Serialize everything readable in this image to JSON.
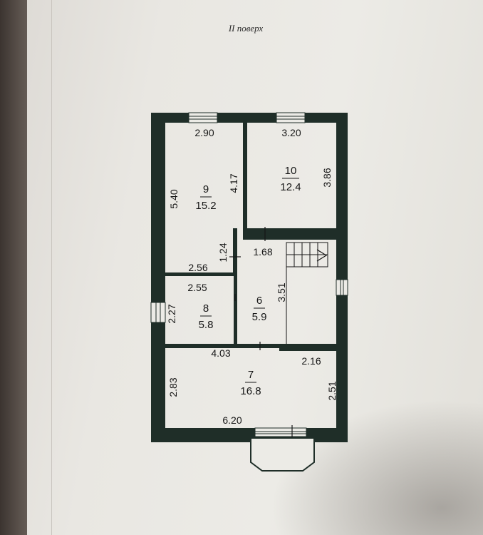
{
  "title": "II поверх",
  "colors": {
    "wall": "#1f2e28",
    "paper": "#ecebe6",
    "ink": "#161616"
  },
  "rooms": [
    {
      "number": "9",
      "area": "15.2"
    },
    {
      "number": "10",
      "area": "12.4"
    },
    {
      "number": "8",
      "area": "5.8"
    },
    {
      "number": "6",
      "area": "5.9"
    },
    {
      "number": "7",
      "area": "16.8"
    }
  ],
  "dimensions": {
    "room9_top": "2.90",
    "room9_left": "5.40",
    "room9_right": "4.17",
    "room10_top": "3.20",
    "room10_right": "3.86",
    "hall_top": "1.68",
    "hall_side": "1.24",
    "room9_bottom": "2.56",
    "room8_top": "2.55",
    "room8_left": "2.27",
    "stair_side": "3.51",
    "room7_top": "4.03",
    "room7_top_right": "2.16",
    "room7_left": "2.83",
    "room7_right": "2.51",
    "room7_bottom": "6.20"
  }
}
